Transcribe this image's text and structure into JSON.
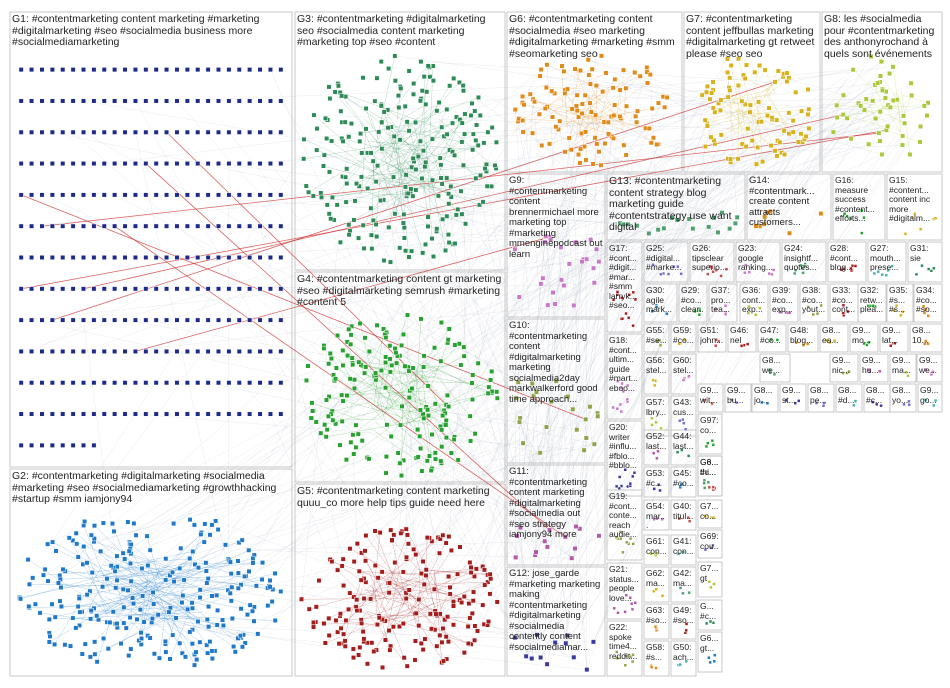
{
  "colors": {
    "G1": "#1e2a8a",
    "G2": "#1f78c8",
    "G3": "#2e8b57",
    "G4": "#27a12f",
    "G5": "#a31d1d",
    "G6": "#e08a1a",
    "G7": "#d8b21a",
    "G8": "#a8c93a",
    "G9": "#c779c7",
    "G10": "#8fa34a",
    "G11": "#b05aa8",
    "G12": "#3a3a9a",
    "edge": "#9aa3b5",
    "crossedge": "#cc2222",
    "border": "#bcbcbc"
  },
  "groups": [
    {
      "id": "G1",
      "label": "G1: #contentmarketing content marketing #marketing #digitalmarketing #seo #socialmedia business more #socialmediamarketing"
    },
    {
      "id": "G2",
      "label": "G2: #contentmarketing #digitalmarketing #socialmedia #marketing #seo #socialmediamarketing #growthhacking #startup #smm iamjony94"
    },
    {
      "id": "G3",
      "label": "G3: #contentmarketing #digitalmarketing seo #socialmedia content marketing #marketing top #seo #content"
    },
    {
      "id": "G4",
      "label": "G4: #contentmarketing content gt marketing #seo #digitalmarketing semrush #marketing #content 5"
    },
    {
      "id": "G5",
      "label": "G5: #contentmarketing content marketing quuu_co more help tips guide need here"
    },
    {
      "id": "G6",
      "label": "G6: #contentmarketing content #socialmedia #seo marketing #digitalmarketing #marketing #smm #seomarketing seo"
    },
    {
      "id": "G7",
      "label": "G7: #contentmarketing content jeffbullas marketing #digitalmarketing gt retweet please #seo seo"
    },
    {
      "id": "G8",
      "label": "G8: les #socialmedia pour #contentmarketing des anthonyrochand à quels sont événements"
    },
    {
      "id": "G9",
      "label": "G9: #contentmarketing content brennermichael more marketing top #marketing mmenginepodcast out learn"
    },
    {
      "id": "G10",
      "label": "G10: #contentmarketing content #digitalmarketing marketing socialmedia2day markwalkerford good time approach..."
    },
    {
      "id": "G11",
      "label": "G11: #contentmarketing content marketing #digitalmarketing #socialmedia out #seo strategy iamjony94 more"
    },
    {
      "id": "G12",
      "label": "G12: jose_garde #marketing marketing making #contentmarketing #digitalmarketing #socialmedia contently content #socialmediamar..."
    },
    {
      "id": "G13",
      "label": "G13: #contentmarketing content strategy blog marketing guide #contentstrategy use want digital"
    },
    {
      "id": "G14",
      "label": "G14: #contentmark... create content attracts customers..."
    },
    {
      "id": "G15",
      "label": "G15: #content... content inc more #digitalm..."
    },
    {
      "id": "G16",
      "label": "G16: measure success #content... efforts..."
    },
    {
      "id": "G17",
      "label": "G17: #cont... #digit... #mar... #smm larryk... #seo..."
    },
    {
      "id": "G18",
      "label": "G18: #cont... ultim... guide #mart... eboo..."
    },
    {
      "id": "G19",
      "label": "G19: #cont... conte... reach audie..."
    },
    {
      "id": "G20",
      "label": "G20: writer #influ... #fblo... #bblo..."
    },
    {
      "id": "G21",
      "label": "G21: status... people love..."
    },
    {
      "id": "G22",
      "label": "G22: spoke time4... reddit..."
    },
    {
      "id": "G23",
      "label": "G23: google ranking..."
    },
    {
      "id": "G24",
      "label": "G24: insightf... quotes..."
    },
    {
      "id": "G25",
      "label": "G25: #digital... #marke..."
    },
    {
      "id": "G26",
      "label": "G26: tipsclear superio..."
    },
    {
      "id": "G27",
      "label": "G27: mouth... prese..."
    },
    {
      "id": "G28",
      "label": "G28: #cont... blog..."
    },
    {
      "id": "G29",
      "label": "G29: #co... clear..."
    },
    {
      "id": "G30",
      "label": "G30: agile mark..."
    },
    {
      "id": "G31",
      "label": "G31: sie"
    },
    {
      "id": "G32",
      "label": "G32: retw... plea..."
    },
    {
      "id": "G33",
      "label": "G33: #co... cont..."
    },
    {
      "id": "G34",
      "label": "G34: #co... #so..."
    },
    {
      "id": "G35",
      "label": "G35: #s... #s..."
    },
    {
      "id": "G36",
      "label": "G36: cont... exp..."
    },
    {
      "id": "G37",
      "label": "G37: pro... tea..."
    },
    {
      "id": "G38",
      "label": "G38: #co... yout..."
    },
    {
      "id": "G39",
      "label": "G39: #co... exp..."
    },
    {
      "id": "G40",
      "label": "G40: titul..."
    },
    {
      "id": "G41",
      "label": "G41: con..."
    },
    {
      "id": "G42",
      "label": "G42: ma..."
    },
    {
      "id": "G43",
      "label": "G43: cus..."
    },
    {
      "id": "G44",
      "label": "G44: last..."
    },
    {
      "id": "G45",
      "label": "G45: #co..."
    },
    {
      "id": "G46",
      "label": "G46: nel"
    },
    {
      "id": "G47",
      "label": "G47: #co..."
    },
    {
      "id": "G48",
      "label": "G48: blog..."
    },
    {
      "id": "G49",
      "label": "G49: #so..."
    },
    {
      "id": "G50",
      "label": "G50: ach..."
    },
    {
      "id": "G51",
      "label": "G51: john..."
    },
    {
      "id": "G52",
      "label": "G52: last..."
    },
    {
      "id": "G53",
      "label": "G53: #c..."
    },
    {
      "id": "G54",
      "label": "G54: mar..."
    },
    {
      "id": "G55",
      "label": "G55: #se..."
    },
    {
      "id": "G56",
      "label": "G56: stel..."
    },
    {
      "id": "G57",
      "label": "G57: lbry..."
    },
    {
      "id": "G58",
      "label": "G58: #s..."
    },
    {
      "id": "G59",
      "label": "G59: #co..."
    },
    {
      "id": "G60",
      "label": "G60: stel..."
    },
    {
      "id": "G61",
      "label": "G61: con..."
    },
    {
      "id": "G62",
      "label": "G62: ma..."
    },
    {
      "id": "G63",
      "label": "G63: #so..."
    },
    {
      "id": "G69",
      "label": "G69: cou..."
    },
    {
      "id": "G97",
      "label": "G97: co..."
    },
    {
      "id": "G8b",
      "label": "G8... ea..."
    },
    {
      "id": "G9b",
      "label": "G9... mo..."
    },
    {
      "id": "G9c",
      "label": "G9... lat..."
    },
    {
      "id": "G8c",
      "label": "G8... 10..."
    },
    {
      "id": "G8d",
      "label": "G8... we..."
    },
    {
      "id": "G9d",
      "label": "G9... nic..."
    },
    {
      "id": "G9e",
      "label": "G9... hu..."
    },
    {
      "id": "G9f",
      "label": "G9... ma..."
    },
    {
      "id": "G9g",
      "label": "G9... we..."
    },
    {
      "id": "G8e",
      "label": "G8... pe..."
    },
    {
      "id": "G8f",
      "label": "G8... #c..."
    },
    {
      "id": "G7b",
      "label": "G7... co..."
    },
    {
      "id": "G7c",
      "label": "G7... gt"
    },
    {
      "id": "G6b",
      "label": "G6... gt..."
    },
    {
      "id": "G9h",
      "label": "G9... wit..."
    },
    {
      "id": "G9i",
      "label": "G9... bu..."
    },
    {
      "id": "G8g",
      "label": "G8... jo..."
    },
    {
      "id": "G9j",
      "label": "G9... st..."
    },
    {
      "id": "G8h",
      "label": "G8... #d..."
    },
    {
      "id": "G8i",
      "label": "G8... #c..."
    },
    {
      "id": "G8j",
      "label": "G8... yo..."
    },
    {
      "id": "G9k",
      "label": "G9... go..."
    },
    {
      "id": "G9l",
      "label": "G... #c..."
    },
    {
      "id": "G8k",
      "label": "G8... thi..."
    },
    {
      "id": "G6c",
      "label": "G6... #c..."
    }
  ]
}
